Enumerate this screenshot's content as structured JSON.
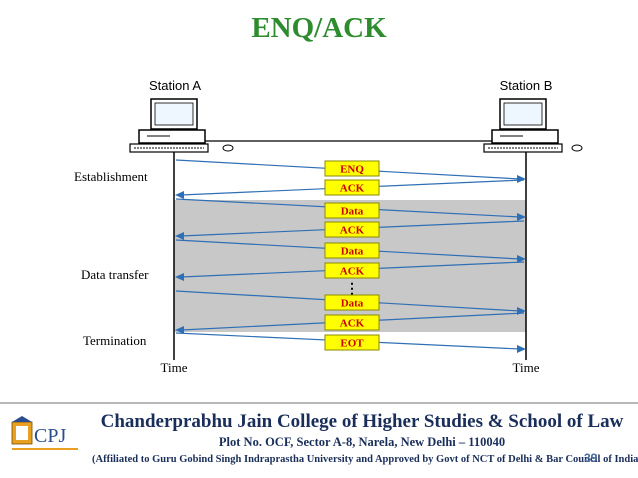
{
  "slide": {
    "title": "ENQ/ACK",
    "page_number": "39"
  },
  "diagram": {
    "station_a": "Station A",
    "station_b": "Station B",
    "phases": {
      "establishment": "Establishment",
      "data_transfer": "Data transfer",
      "termination": "Termination"
    },
    "time_label_a": "Time",
    "time_label_b": "Time",
    "frames": [
      "ENQ",
      "ACK",
      "Data",
      "ACK",
      "Data",
      "ACK",
      "Data",
      "ACK",
      "EOT"
    ],
    "ellipsis": "⋮",
    "colors": {
      "frame_fill": "#ffff00",
      "frame_text": "#cc0000",
      "arrow": "#2f6fb5",
      "shaded_region": "#c8c8c8"
    }
  },
  "footer": {
    "college_name": "Chanderprabhu Jain College of Higher Studies & School of Law",
    "address": "Plot No. OCF, Sector A-8, Narela, New Delhi – 110040",
    "affiliation": "(Affiliated to Guru Gobind Singh Indraprastha University and Approved by Govt of NCT of Delhi & Bar Council of India)",
    "logo_text": "CPJ"
  }
}
